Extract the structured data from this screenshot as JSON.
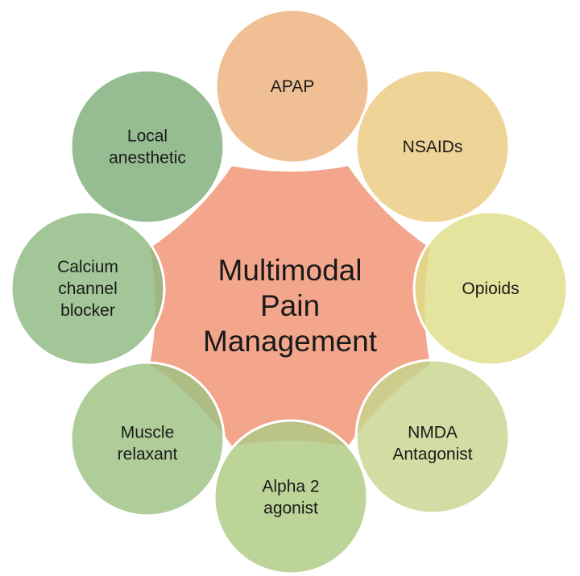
{
  "center": {
    "lines": [
      "Multimodal",
      "Pain",
      "Management"
    ],
    "color": "#F3A68C"
  },
  "nodes": [
    {
      "id": "apap",
      "lines": [
        "APAP"
      ],
      "color": "#EDB27C"
    },
    {
      "id": "nsaids",
      "lines": [
        "NSAIDs"
      ],
      "color": "#ECCB80"
    },
    {
      "id": "opioids",
      "lines": [
        "Opioids"
      ],
      "color": "#DFDE8A"
    },
    {
      "id": "nmda-antagonist",
      "lines": [
        "NMDA",
        "Antagonist"
      ],
      "color": "#C7D58E"
    },
    {
      "id": "alpha-2-agonist",
      "lines": [
        "Alpha 2",
        "agonist"
      ],
      "color": "#AECB83"
    },
    {
      "id": "muscle-relaxant",
      "lines": [
        "Muscle",
        "relaxant"
      ],
      "color": "#9DC283"
    },
    {
      "id": "calcium-channel-blocker",
      "lines": [
        "Calcium",
        "channel",
        "blocker"
      ],
      "color": "#8DBA80"
    },
    {
      "id": "local-anesthetic",
      "lines": [
        "Local",
        "anesthetic"
      ],
      "color": "#7EAF79"
    }
  ]
}
